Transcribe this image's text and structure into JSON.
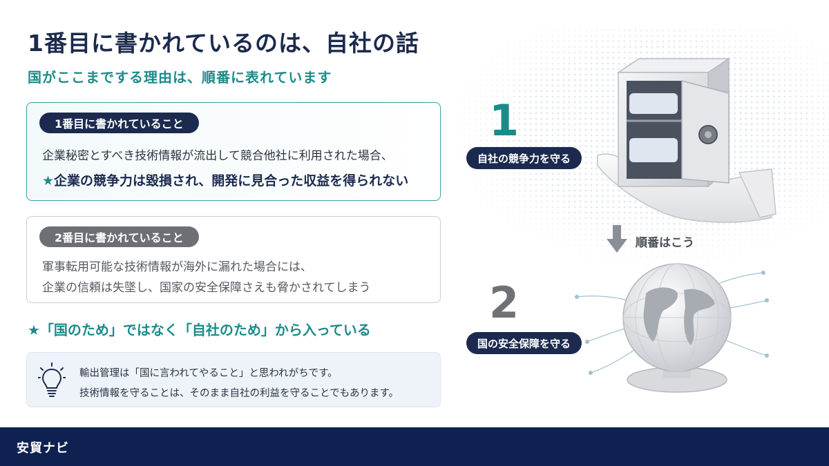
{
  "title": "1番目に書かれているのは、自社の話",
  "subtitle": "国がここまでする理由は、順番に表れています",
  "card1": {
    "badge": "1番目に書かれていること",
    "line1": "企業秘密とすべき技術情報が流出して競合他社に利用された場合、",
    "star": "★",
    "line2": "企業の競争力は毀損され、開発に見合った収益を得られない"
  },
  "card2": {
    "badge": "2番目に書かれていること",
    "line1": "軍事転用可能な技術情報が海外に漏れた場合には、",
    "line2": "企業の信頼は失墜し、国家の安全保障さえも脅かされてしまう"
  },
  "highlight": "★「国のため」ではなく「自社のため」から入っている",
  "tip": {
    "line1": "輸出管理は「国に言われてやること」と思われがちです。",
    "line2": "技術情報を守ることは、そのまま自社の利益を守ることでもあります。"
  },
  "right": {
    "num1": "1",
    "label1": "自社の競争力を守る",
    "order": "順番はこう",
    "num2": "2",
    "label2": "国の安全保障を守る"
  },
  "footer": {
    "brand": "安貿ナビ"
  },
  "icons": [
    "lightbulb-icon",
    "down-arrow-icon",
    "safe-in-hand-illustration",
    "globe-illustration"
  ],
  "colors": {
    "navy": "#1b2a4e",
    "teal": "#1c8a8a",
    "gray": "#6c7075",
    "footer": "#0e2150"
  }
}
